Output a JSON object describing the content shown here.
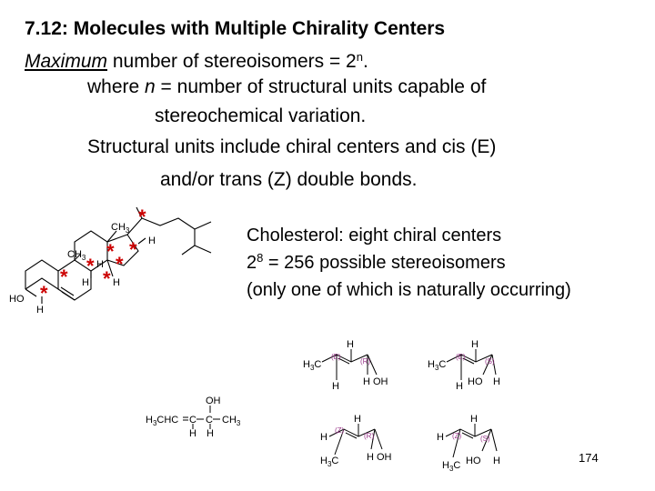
{
  "slide": {
    "title": "7.12: Molecules with Multiple Chirality Centers",
    "max_word": "Maximum",
    "max_rest": " number of stereoisomers = 2",
    "max_exp": "n",
    "max_end": ".",
    "where_pre": "where ",
    "where_var": "n",
    "where_rest": " = number of structural units capable of",
    "where_line2": "stereochemical variation.",
    "units_line1": "Structural units include chiral centers and cis (E)",
    "units_line2": "and/or trans (Z) double bonds.",
    "chol_line1": "Cholesterol: eight chiral centers",
    "chol_line2_base": "2",
    "chol_line2_exp": "8",
    "chol_line2_rest": " = 256 possible stereoisomers",
    "chol_line3": "(only one of which is naturally occurring)",
    "page_number": "174"
  },
  "cholesterol_structure": {
    "labels": {
      "ch3": "CH",
      "ch3_sub": "3",
      "h": "H",
      "ho": "HO",
      "star": "*"
    }
  },
  "stereoisomer_diagram": {
    "main_formula": {
      "h3chc": "H",
      "h3chc_sub": "3",
      "h3chc_rest": "CHC",
      "eq": "C",
      "c2": "C",
      "ch3": "CH",
      "ch3_sub": "3",
      "oh": "OH",
      "h": "H"
    },
    "configs": {
      "E": "(E)",
      "Z": "(Z)",
      "R": "(R)",
      "S": "(S)"
    }
  }
}
